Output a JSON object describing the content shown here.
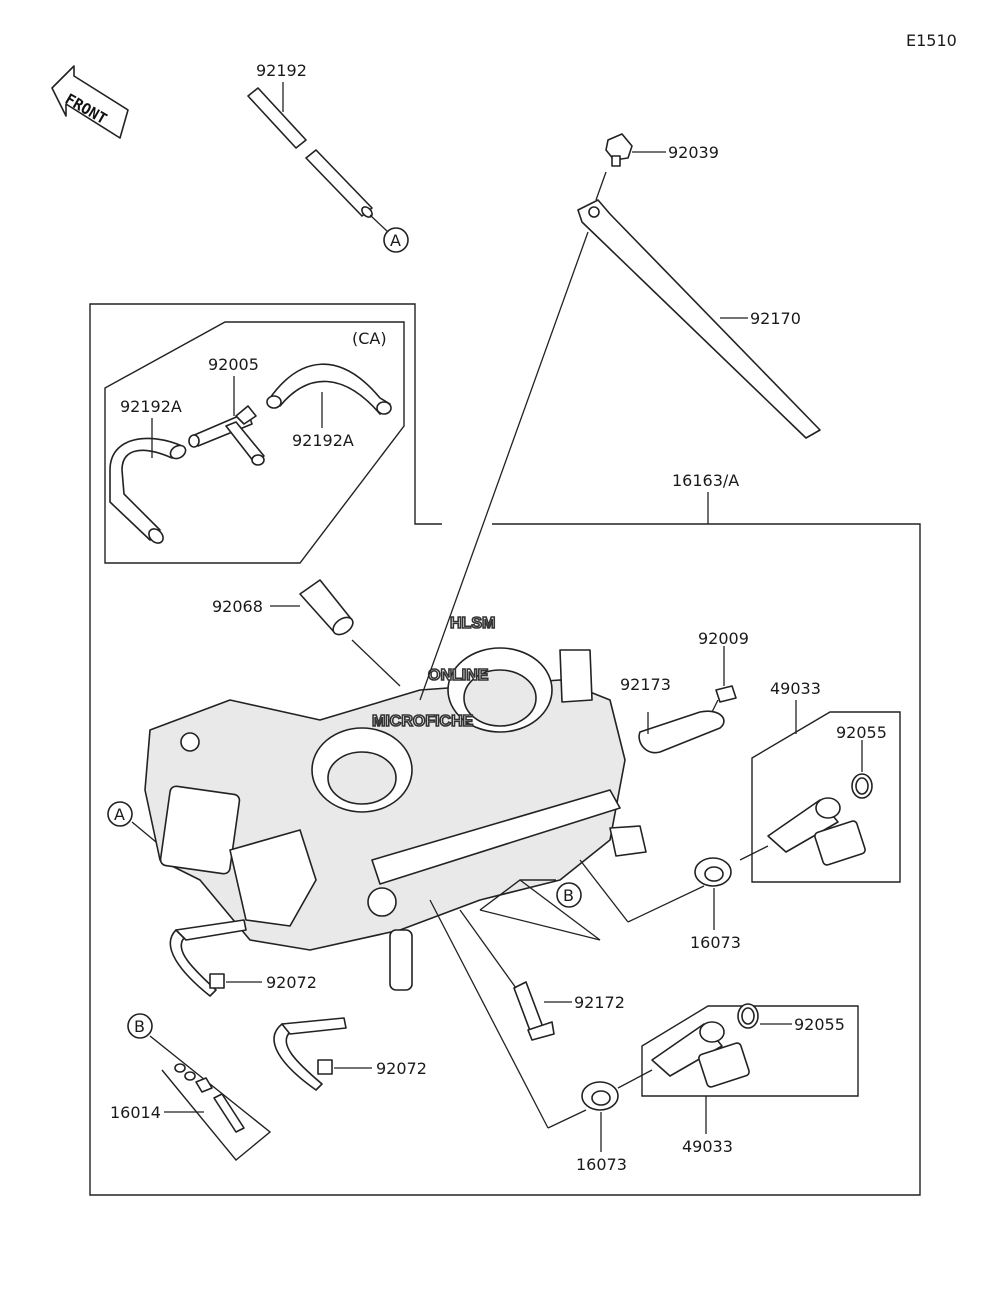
{
  "diagram_code": "E1510",
  "front_label": "FRONT",
  "variant_label": "(CA)",
  "callouts": {
    "ref_a": "A",
    "ref_b": "B"
  },
  "labels": {
    "p92192_top": "92192",
    "p92039": "92039",
    "p92170": "92170",
    "p92005": "92005",
    "p92192A_left": "92192A",
    "p92192A_right": "92192A",
    "p16163A": "16163/A",
    "p92068": "92068",
    "p92009": "92009",
    "p92173": "92173",
    "p49033_top": "49033",
    "p92055_top": "92055",
    "p16073_top": "16073",
    "p92072_a": "92072",
    "p92172": "92172",
    "p92072_b": "92072",
    "p92055_bottom": "92055",
    "p16014": "16014",
    "p49033_bottom": "49033",
    "p16073_bottom": "16073"
  },
  "watermark": {
    "line1": "HLSM",
    "line2": "ONLINE",
    "line3": "MICROFICHE"
  }
}
